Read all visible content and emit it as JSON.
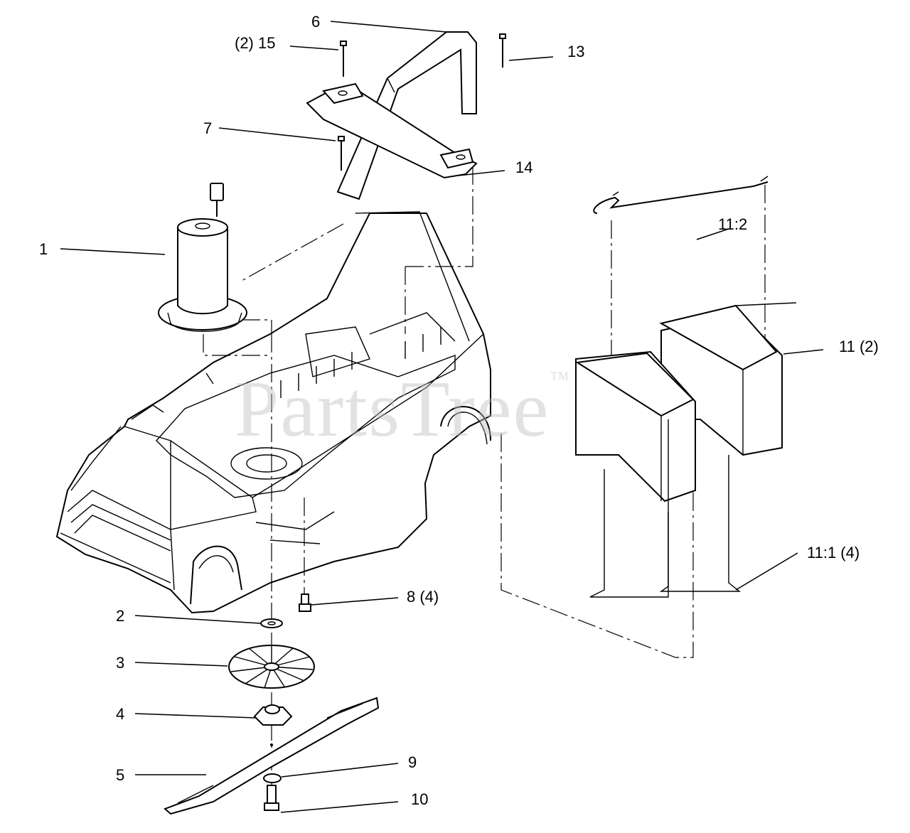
{
  "watermark": {
    "text": "PartsTree",
    "mark": "™"
  },
  "callouts": [
    {
      "id": "1",
      "text": "1"
    },
    {
      "id": "2",
      "text": "2"
    },
    {
      "id": "3",
      "text": "3"
    },
    {
      "id": "4",
      "text": "4"
    },
    {
      "id": "5",
      "text": "5"
    },
    {
      "id": "6",
      "text": "6"
    },
    {
      "id": "7",
      "text": "7"
    },
    {
      "id": "8",
      "text": "8  (4)"
    },
    {
      "id": "9",
      "text": "9"
    },
    {
      "id": "10",
      "text": "10"
    },
    {
      "id": "11",
      "text": "11 (2)"
    },
    {
      "id": "11_1",
      "text": "11:1 (4)"
    },
    {
      "id": "11_2",
      "text": "11:2"
    },
    {
      "id": "13",
      "text": "13"
    },
    {
      "id": "14",
      "text": "14"
    },
    {
      "id": "15",
      "text": "(2) 15"
    }
  ],
  "parts": [
    {
      "name": "motor"
    },
    {
      "name": "washer"
    },
    {
      "name": "fan-impeller"
    },
    {
      "name": "blade-adapter"
    },
    {
      "name": "blade"
    },
    {
      "name": "handle-bracket"
    },
    {
      "name": "screw"
    },
    {
      "name": "bolt"
    },
    {
      "name": "lock-washer"
    },
    {
      "name": "blade-bolt"
    },
    {
      "name": "battery"
    },
    {
      "name": "battery-spacer"
    },
    {
      "name": "battery-jumper-cable"
    },
    {
      "name": "screw-long"
    },
    {
      "name": "cross-bracket"
    },
    {
      "name": "screw-short"
    },
    {
      "name": "deck-housing"
    }
  ]
}
